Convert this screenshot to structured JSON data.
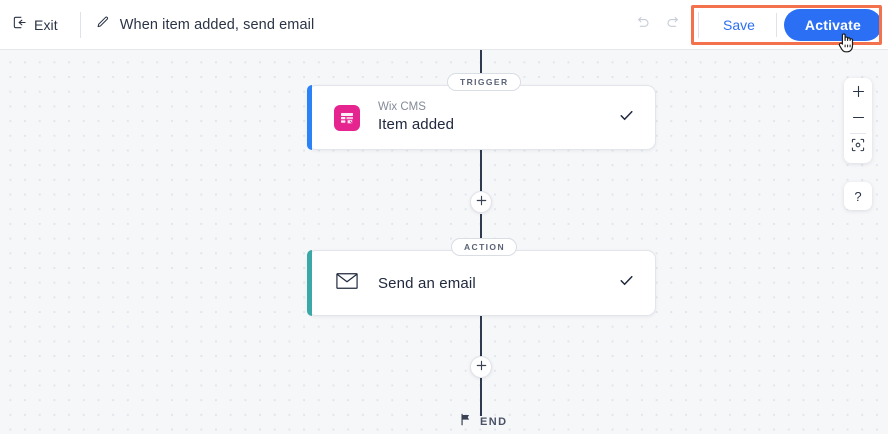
{
  "header": {
    "exit_label": "Exit",
    "exit_icon": "exit-arrow-icon",
    "edit_icon": "pencil-icon",
    "title": "When item added, send email",
    "undo_icon": "undo-arrow-icon",
    "redo_icon": "redo-arrow-icon",
    "save_label": "Save",
    "activate_label": "Activate",
    "save_color": "#2b6ff4",
    "activate_bg": "#2b6ff4",
    "highlight_color": "#f4714e"
  },
  "canvas": {
    "background": "#f6f7f9",
    "dot_color": "#e2e5eb",
    "nodes": [
      {
        "badge": "TRIGGER",
        "app": "Wix CMS",
        "title": "Item added",
        "icon": "wix-cms-icon",
        "icon_color": "#e62490",
        "accent_color": "#2b81f6",
        "status_icon": "check-icon"
      },
      {
        "badge": "ACTION",
        "app": "",
        "title": "Send an email",
        "icon": "envelope-icon",
        "icon_color": "#20293d",
        "accent_color": "#3aa8a6",
        "status_icon": "check-icon"
      }
    ],
    "add_button_icon": "plus-icon",
    "end_label": "END",
    "end_icon": "flag-icon"
  },
  "toolbar": {
    "zoom_in_icon": "plus-icon",
    "zoom_in_label": "+",
    "zoom_out_icon": "minus-icon",
    "zoom_out_label": "−",
    "fit_icon": "fit-to-screen-icon",
    "help_icon": "question-mark-icon",
    "help_label": "?"
  },
  "cursor": {
    "type": "pointing-hand-cursor"
  }
}
